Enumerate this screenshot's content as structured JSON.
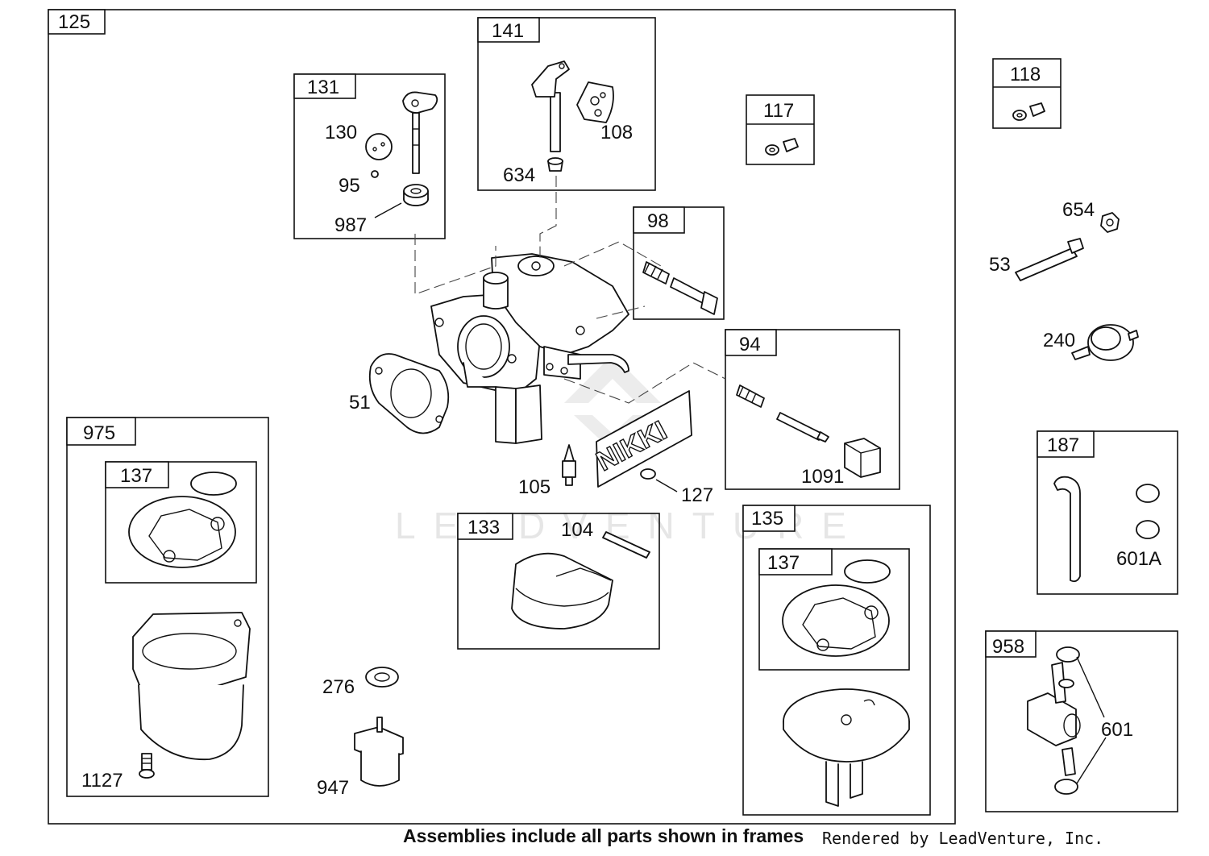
{
  "watermark": "LEADVENTURE",
  "footer": {
    "note": "Assemblies include all parts shown in frames",
    "credit": "Rendered by LeadVenture, Inc."
  },
  "frames": {
    "f125": "125",
    "f131": "131",
    "f141": "141",
    "f117": "117",
    "f118": "118",
    "f98": "98",
    "f94": "94",
    "f975": "975",
    "f137a": "137",
    "f133": "133",
    "f135": "135",
    "f137b": "137",
    "f187": "187",
    "f958": "958"
  },
  "callouts": {
    "c130": "130",
    "c95": "95",
    "c987": "987",
    "c108": "108",
    "c634": "634",
    "c654": "654",
    "c53": "53",
    "c240": "240",
    "c51": "51",
    "c105": "105",
    "c127": "127",
    "c1091": "1091",
    "c104": "104",
    "c601a": "601A",
    "c276": "276",
    "c947": "947",
    "c1127": "1127",
    "c601": "601"
  },
  "decal_text": "NIKKI"
}
